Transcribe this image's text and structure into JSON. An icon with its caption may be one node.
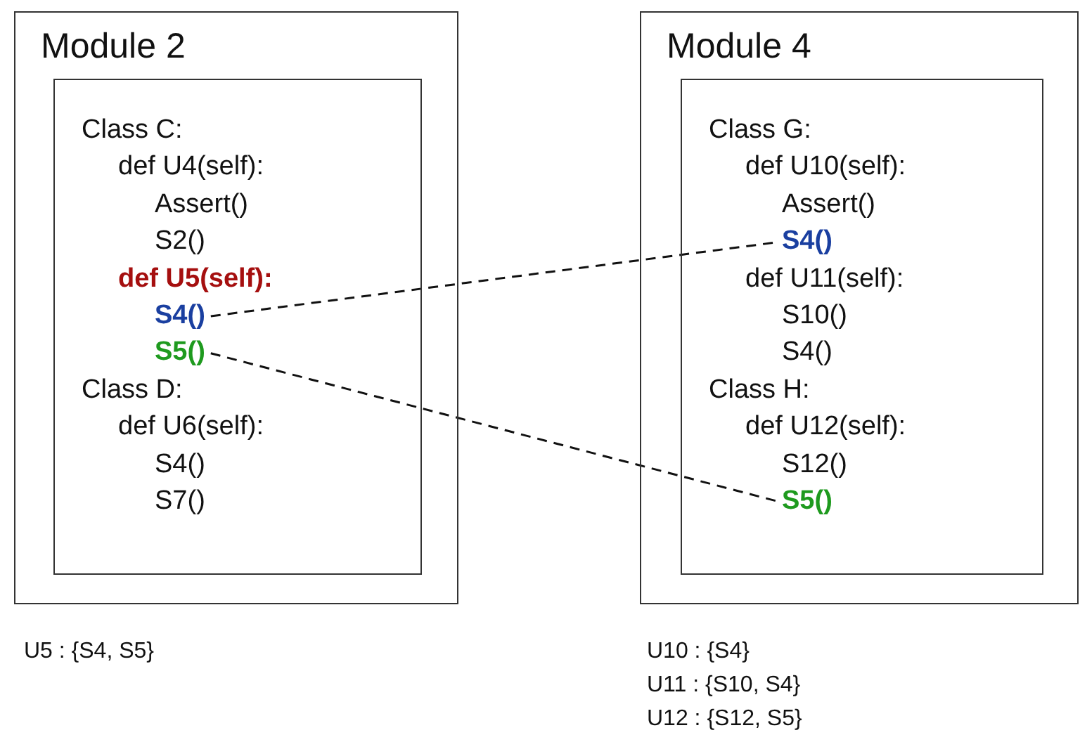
{
  "diagram": {
    "nodes": [
      {
        "text": [
          "Module 2"
        ]
      },
      {
        "text": [],
        "shape": "box",
        "in": 0
      },
      {
        "text": [
          "Class C:"
        ],
        "in": 1
      },
      {
        "text": [
          "def U4(self):"
        ],
        "in": 1
      },
      {
        "text": [
          "Assert()"
        ],
        "in": 1
      },
      {
        "text": [
          "S2()"
        ],
        "in": 1
      },
      {
        "text": [
          "def U5(self):"
        ],
        "in": 1
      },
      {
        "text": [
          "S4()"
        ],
        "in": 1
      },
      {
        "text": [
          "S5()"
        ],
        "in": 1
      },
      {
        "text": [
          "Class D:"
        ],
        "in": 1
      },
      {
        "text": [
          "def U6(self):"
        ],
        "in": 1
      },
      {
        "text": [
          "S4()"
        ],
        "in": 1
      },
      {
        "text": [
          "S7()"
        ],
        "in": 1
      },
      {
        "text": [
          "Module 4"
        ]
      },
      {
        "text": [],
        "shape": "box",
        "in": 13
      },
      {
        "text": [
          "Class G:"
        ],
        "in": 14
      },
      {
        "text": [
          "def U10(self):"
        ],
        "in": 14
      },
      {
        "text": [
          "Assert()"
        ],
        "in": 14
      },
      {
        "text": [
          "S4()"
        ],
        "in": 14
      },
      {
        "text": [
          "def U11(self):"
        ],
        "in": 14
      },
      {
        "text": [
          "S10()"
        ],
        "in": 14
      },
      {
        "text": [
          "S4()"
        ],
        "in": 14
      },
      {
        "text": [
          "Class H:"
        ],
        "in": 14
      },
      {
        "text": [
          "def U12(self):"
        ],
        "in": 14
      },
      {
        "text": [
          "S12()"
        ],
        "in": 14
      },
      {
        "text": [
          "S5()"
        ],
        "in": 14
      }
    ],
    "edges": [
      {
        "from": 7,
        "to": 18,
        "arrow": "none",
        "style": "dashed"
      },
      {
        "from": 8,
        "to": 25,
        "arrow": "none",
        "style": "dashed"
      }
    ],
    "labels": [
      "U5 : {S4, S5}",
      "U10 : {S4}",
      "U11 : {S10, S4}",
      "U12 : {S12, S5}"
    ]
  }
}
